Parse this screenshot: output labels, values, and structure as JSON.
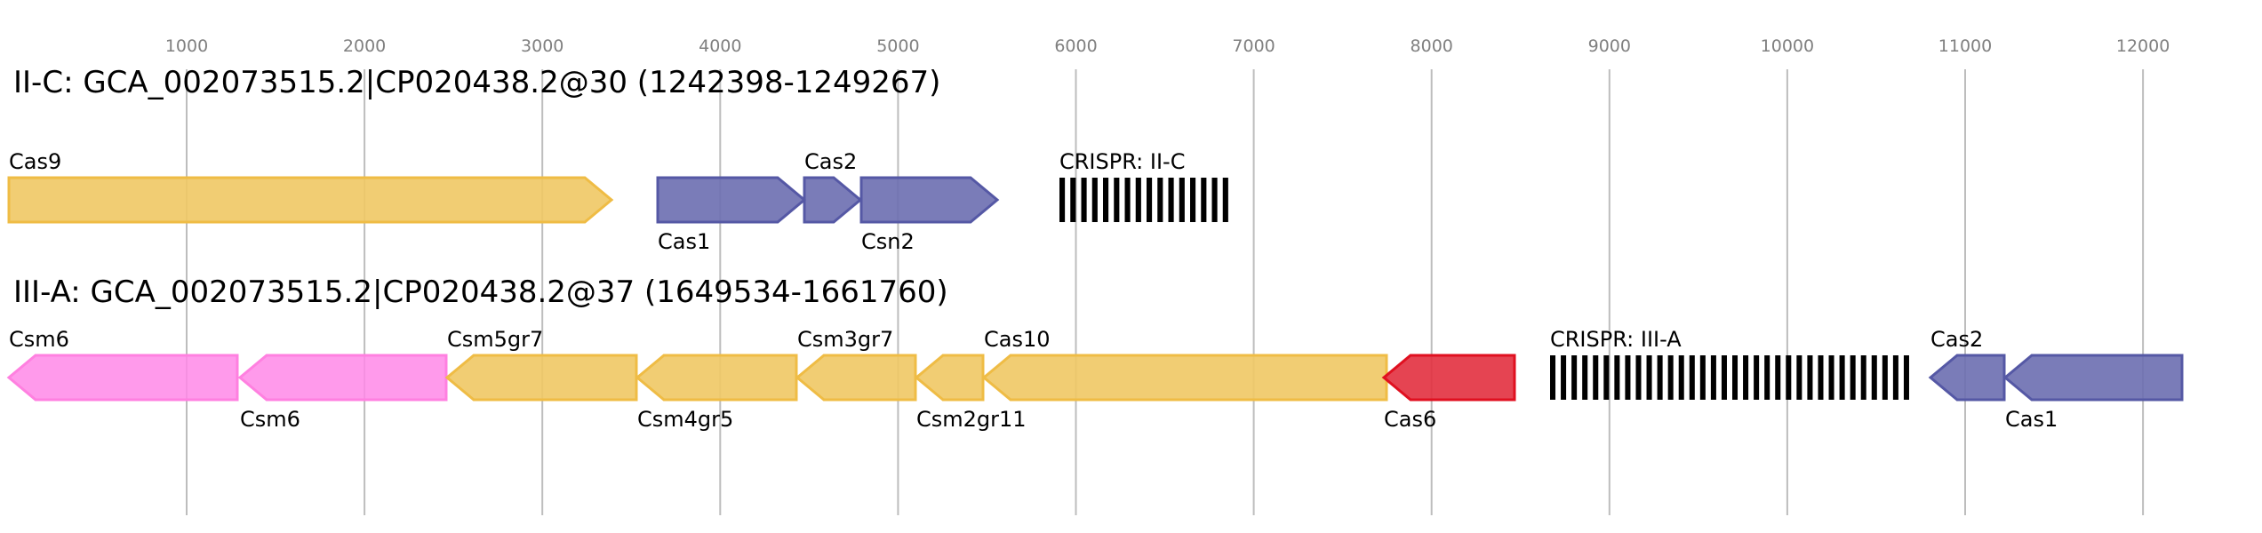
{
  "axis": {
    "ticks": [
      "1000",
      "2000",
      "3000",
      "4000",
      "5000",
      "6000",
      "7000",
      "8000",
      "9000",
      "10000",
      "11000",
      "12000"
    ]
  },
  "loci": [
    {
      "title": "II-C: GCA_002073515.2|CP020438.2@30 (1242398-1249267)",
      "genes": [
        "Cas9",
        "Cas1",
        "Cas2",
        "Csn2"
      ],
      "crispr": "CRISPR: II-C"
    },
    {
      "title": "III-A: GCA_002073515.2|CP020438.2@37 (1649534-1661760)",
      "genes": [
        "Csm6",
        "Csm6",
        "Csm5gr7",
        "Csm4gr5",
        "Csm3gr7",
        "Csm2gr11",
        "Cas10",
        "Cas6",
        "Cas2",
        "Cas1"
      ],
      "crispr": "CRISPR: III-A"
    }
  ],
  "colors": {
    "gold": "#f0c864",
    "blue": "#6b6eb0",
    "pink": "#ff88e8",
    "red": "#e2303f"
  }
}
